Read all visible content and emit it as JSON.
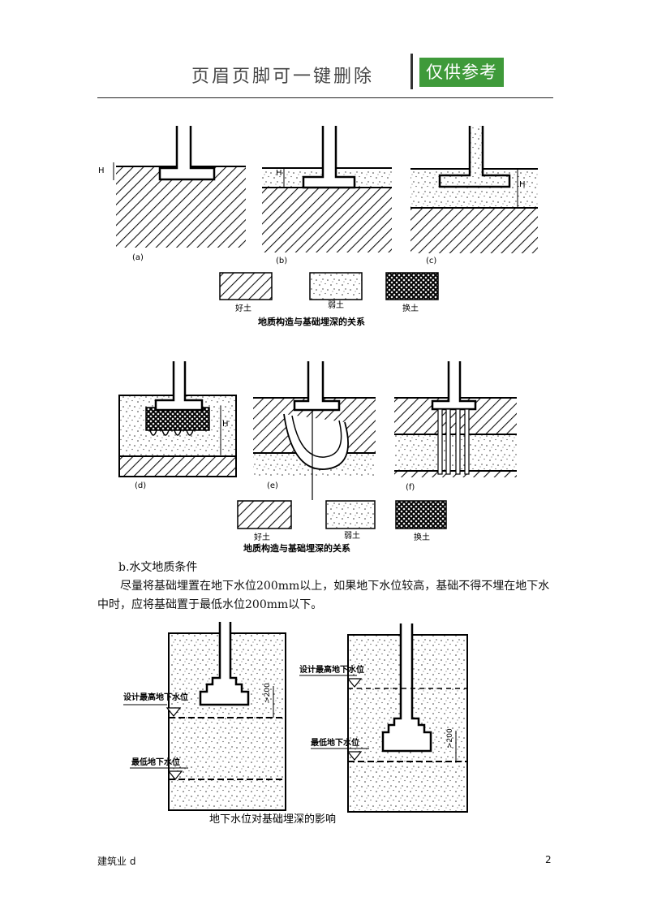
{
  "header": {
    "title": "页眉页脚可一键删除",
    "badge": "仅供参考"
  },
  "figure1": {
    "panel_labels": [
      "(a)",
      "(b)",
      "(c)"
    ],
    "dim_label": "H",
    "legend": [
      "好土",
      "弱土",
      "换土"
    ],
    "caption": "地质构造与基础埋深的关系"
  },
  "figure2": {
    "panel_labels": [
      "(d)",
      "(e)",
      "(f)"
    ],
    "dim_label": "H",
    "legend": [
      "好土",
      "弱土",
      "换土"
    ],
    "caption": "地质构造与基础埋深的关系"
  },
  "section": {
    "heading": "b.水文地质条件",
    "body": "尽量将基础埋置在地下水位200mm以上，如果地下水位较高，基础不得不埋在地下水中时，应将基础置于最低水位200mm以下。"
  },
  "figure3": {
    "left_high_label": "设计最高地下水位",
    "left_low_label": "最低地下水位",
    "right_high_label": "设计最高地下水位",
    "right_low_label": "最低地下水位",
    "dim_left": ">200",
    "dim_right": ">200",
    "caption": "地下水位对基础埋深的影响"
  },
  "footer": {
    "left": "建筑业 d",
    "page": "2"
  }
}
